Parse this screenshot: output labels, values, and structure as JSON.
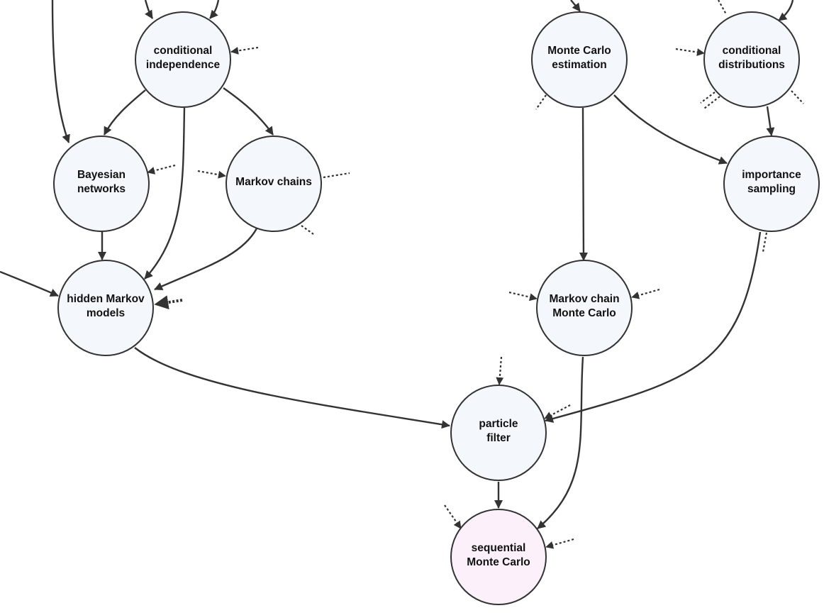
{
  "colors": {
    "node_fill": "#f4f8fc",
    "highlight_fill": "#fcf0fa",
    "stroke": "#333333"
  },
  "nodes": [
    {
      "id": "conditional-independence",
      "lines": [
        "conditional",
        "independence"
      ],
      "highlight": false
    },
    {
      "id": "monte-carlo-estimation",
      "lines": [
        "Monte Carlo",
        "estimation"
      ],
      "highlight": false
    },
    {
      "id": "conditional-distributions",
      "lines": [
        "conditional",
        "distributions"
      ],
      "highlight": false
    },
    {
      "id": "bayesian-networks",
      "lines": [
        "Bayesian",
        "networks"
      ],
      "highlight": false
    },
    {
      "id": "markov-chains",
      "lines": [
        "Markov chains"
      ],
      "highlight": false
    },
    {
      "id": "importance-sampling",
      "lines": [
        "importance",
        "sampling"
      ],
      "highlight": false
    },
    {
      "id": "hidden-markov-models",
      "lines": [
        "hidden Markov",
        "models"
      ],
      "highlight": false
    },
    {
      "id": "markov-chain-monte-carlo",
      "lines": [
        "Markov chain",
        "Monte Carlo"
      ],
      "highlight": false
    },
    {
      "id": "particle-filter",
      "lines": [
        "particle",
        "filter"
      ],
      "highlight": false
    },
    {
      "id": "sequential-monte-carlo",
      "lines": [
        "sequential",
        "Monte Carlo"
      ],
      "highlight": true
    }
  ],
  "edges": [
    {
      "from": "conditional-independence",
      "to": "bayesian-networks"
    },
    {
      "from": "conditional-independence",
      "to": "markov-chains"
    },
    {
      "from": "conditional-independence",
      "to": "hidden-markov-models"
    },
    {
      "from": "bayesian-networks",
      "to": "hidden-markov-models"
    },
    {
      "from": "markov-chains",
      "to": "hidden-markov-models"
    },
    {
      "from": "monte-carlo-estimation",
      "to": "markov-chain-monte-carlo"
    },
    {
      "from": "monte-carlo-estimation",
      "to": "importance-sampling"
    },
    {
      "from": "conditional-distributions",
      "to": "importance-sampling"
    },
    {
      "from": "hidden-markov-models",
      "to": "particle-filter"
    },
    {
      "from": "importance-sampling",
      "to": "particle-filter"
    },
    {
      "from": "particle-filter",
      "to": "sequential-monte-carlo"
    },
    {
      "from": "markov-chain-monte-carlo",
      "to": "sequential-monte-carlo"
    }
  ]
}
